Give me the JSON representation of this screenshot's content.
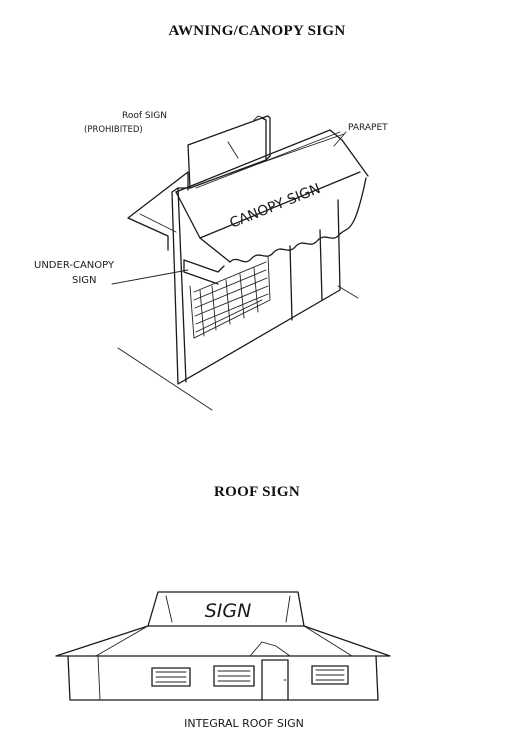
{
  "awning_section": {
    "title": "AWNING/CANOPY SIGN",
    "labels": {
      "roof_sign_line1": "Roof SIGN",
      "roof_sign_line2": "(PROHIBITED)",
      "parapet": "PARAPET",
      "canopy_sign": "CANOPY SIGN",
      "under_canopy_line1": "UNDER-CANOPY",
      "under_canopy_line2": "SIGN"
    }
  },
  "roof_section": {
    "title": "ROOF SIGN",
    "sign_text": "SIGN",
    "caption": "INTEGRAL ROOF SIGN"
  }
}
